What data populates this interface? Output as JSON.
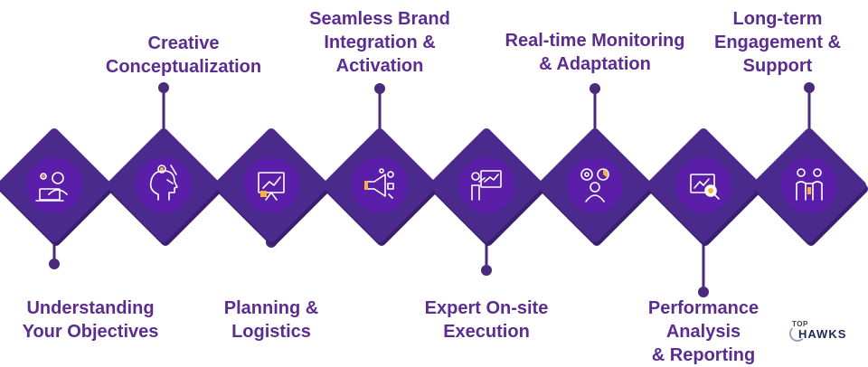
{
  "colors": {
    "diamond": "#4a2a8c",
    "diamond_shadow": "#3a1e70",
    "circle": "#5a1ea8",
    "accent": "#5b2d90",
    "text": "#5b2d90",
    "connector": "#4a2a7a",
    "icon_stroke": "#ffffff",
    "icon_highlight": "#f4b43a"
  },
  "steps": [
    {
      "lines": [
        "Understanding",
        "Your Objectives"
      ],
      "label_position": "below",
      "icon": "person-at-laptop-icon"
    },
    {
      "lines": [
        "Creative",
        "Conceptualization"
      ],
      "label_position": "above",
      "icon": "head-with-ideas-icon"
    },
    {
      "lines": [
        "Planning &",
        "Logistics"
      ],
      "label_position": "below",
      "icon": "presentation-board-icon"
    },
    {
      "lines": [
        "Seamless Brand",
        "Integration &",
        "Activation"
      ],
      "label_position": "above",
      "icon": "megaphone-icon"
    },
    {
      "lines": [
        "Expert On-site",
        "Execution"
      ],
      "label_position": "below",
      "icon": "presenter-at-board-icon"
    },
    {
      "lines": [
        "Real-time Monitoring",
        "& Adaptation"
      ],
      "label_position": "above",
      "icon": "person-with-gears-icon"
    },
    {
      "lines": [
        "Performance Analysis",
        "& Reporting"
      ],
      "label_position": "below",
      "icon": "chart-magnifier-icon"
    },
    {
      "lines": [
        "Long-term",
        "Engagement &",
        "Support"
      ],
      "label_position": "above",
      "icon": "handshake-people-icon"
    }
  ],
  "brand": {
    "top": "TOP",
    "name": "HAWKS"
  }
}
